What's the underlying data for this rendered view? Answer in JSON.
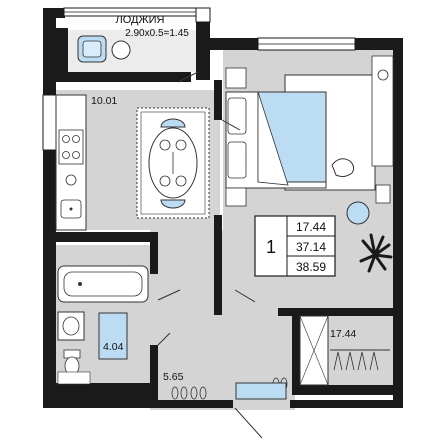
{
  "colors": {
    "wall": "#1a1a1a",
    "floor": "#d4d4d4",
    "floor_light": "#ececec",
    "glass": "#ffffff",
    "bed": "#bcdcf4",
    "accent_blue": "#bcdcf4",
    "furniture_stroke": "#333333"
  },
  "loggia": {
    "title": "ЛОДЖИЯ",
    "dimensions": "2.90x0.5=1.45"
  },
  "rooms": {
    "kitchen_area": "10.01",
    "bedroom_area": "17.44",
    "bathroom_area": "4.04",
    "hallway_area": "5.65"
  },
  "summary": {
    "room_count": "1",
    "living_area": "17.44",
    "total_area": "37.14",
    "total_with_loggia": "38.59"
  },
  "icons": {
    "chair": "armchair-icon",
    "table": "dining-table-icon",
    "bed": "double-bed-icon",
    "plant": "plant-icon",
    "toilet": "toilet-icon",
    "bathtub": "bathtub-icon",
    "shoes": "shoes-icon"
  }
}
